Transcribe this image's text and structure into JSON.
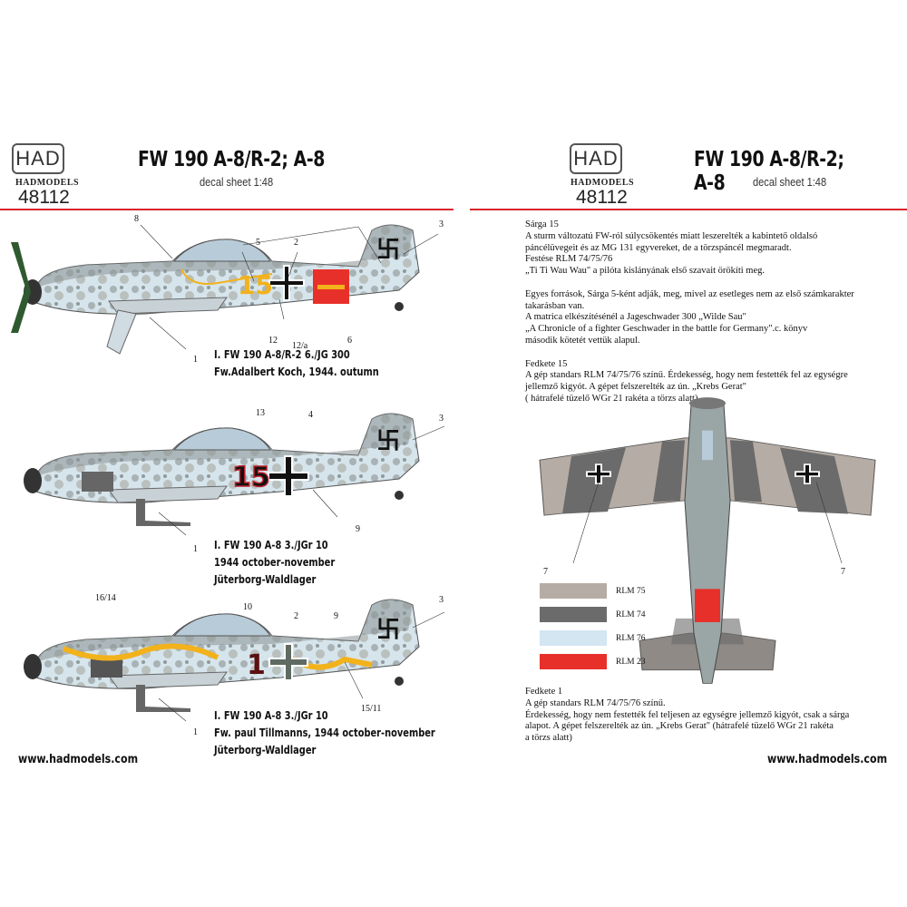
{
  "header": {
    "logo_text": "HAD",
    "brand": "HADMODELS",
    "code": "48112",
    "title": "FW 190 A-8/R-2; A-8",
    "subtitle": "decal sheet 1:48"
  },
  "planes": [
    {
      "number_marking": "15",
      "caption": [
        "I. FW 190 A-8/R-2  6./JG 300",
        "Fw.Adalbert Koch, 1944. outumn"
      ],
      "callouts": [
        "8",
        "5",
        "2",
        "3",
        "1",
        "12",
        "12/a",
        "6"
      ]
    },
    {
      "number_marking": "15",
      "caption": [
        "I. FW 190 A-8  3./JGr 10",
        "1944 october-november",
        "Jüterborg-Waldlager"
      ],
      "callouts": [
        "13",
        "4",
        "3",
        "1",
        "9"
      ]
    },
    {
      "number_marking": "1",
      "caption": [
        "I. FW 190 A-8  3./JGr 10",
        "Fw. paul Tillmanns, 1944 october-november",
        "Jüterborg-Waldlager"
      ],
      "callouts": [
        "16/14",
        "10",
        "2",
        "9",
        "3",
        "1",
        "15/11"
      ]
    }
  ],
  "notes": {
    "sarga": [
      "Sárga 15",
      "A sturm változatú FW-ról súlycsökentés miatt leszerelték a kabintető oldalsó",
      "páncélüvegeit és az MG 131 egyvereket, de a törzspáncél megmaradt.",
      "Festése RLM 74/75/76",
      "„Ti Ti Wau Wau\"  a pilóta kislányának első szavait örökíti meg.",
      "",
      "Egyes források, Sárga 5-ként adják, meg, mivel az esetleges nem az első számkarakter",
      "takarásban van.",
      "A matrica elkészítésénél a Jageschwader 300 „Wilde Sau\"",
      "„A Chronicle of  a fighter Geschwader in the battle for Germany\".c. könyv",
      " második kötetét vettük alapul.",
      "",
      "Fedkete 15",
      "A gép standars RLM 74/75/76 színű. Érdekesség, hogy nem festették fel az egységre",
      "jellemző kigyót. A gépet felszerelték  az ún. „Krebs Gerat\"",
      "( hátrafelé tüzelő WGr 21 rakéta a törzs alatt)"
    ],
    "fedkete1": [
      "Fedkete 1",
      "A gép standars RLM 74/75/76 színű.",
      "Érdekesség, hogy nem festették fel  teljesen az egységre jellemző kigyót, csak a sárga",
      "alapot. A gépet felszerelték  az ún. „Krebs Gerat\" (hátrafelé tüzelő WGr 21 rakéta",
      " a törzs alatt)"
    ]
  },
  "topview": {
    "callouts": [
      "7",
      "7"
    ]
  },
  "legend": [
    {
      "label": "RLM 75",
      "color": "#b5aca5"
    },
    {
      "label": "RLM 74",
      "color": "#6b6b6b"
    },
    {
      "label": "RLM 76",
      "color": "#d3e6f2"
    },
    {
      "label": "RLM 23",
      "color": "#e8302a"
    }
  ],
  "footer": {
    "url": "www.hadmodels.com"
  },
  "colors": {
    "accent_red": "#d9262b",
    "yellow": "#f2b21b",
    "black_cross": "#111111"
  }
}
